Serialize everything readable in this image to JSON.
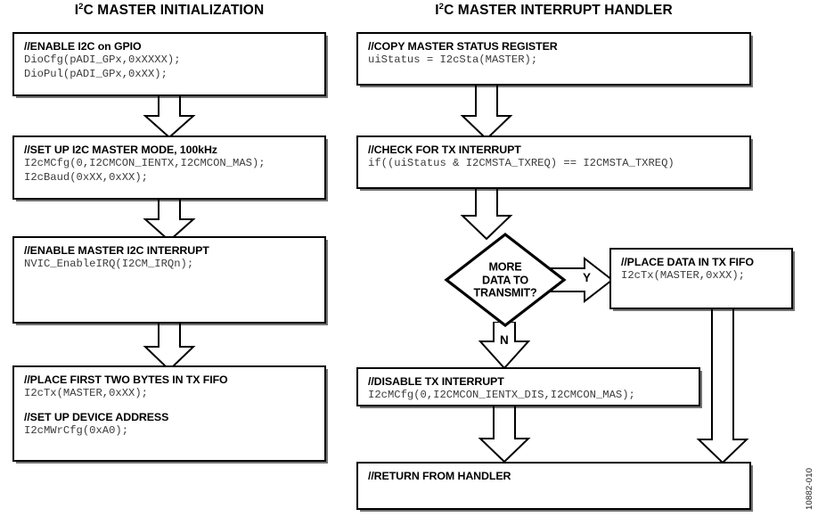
{
  "figure": {
    "side_id": "10882-010",
    "ink_color": "#000000",
    "code_color": "#3b3b3b",
    "background": "#ffffff"
  },
  "columns": [
    {
      "title_pre": "I",
      "title_sup": "2",
      "title_post": "C MASTER INITIALIZATION",
      "title_plain": "I2C MASTER INITIALIZATION"
    },
    {
      "title_pre": "I",
      "title_sup": "2",
      "title_post": "C MASTER INTERRUPT HANDLER",
      "title_plain": "I2C MASTER INTERRUPT HANDLER"
    }
  ],
  "left_flow": {
    "box1": {
      "comment": "//ENABLE I2C on GPIO",
      "code1": "DioCfg(pADI_GPx,0xXXXX);",
      "code2": "DioPul(pADI_GPx,0xXX);"
    },
    "box2": {
      "comment": "//SET UP I2C MASTER MODE, 100kHz",
      "code1": "I2cMCfg(0,I2CMCON_IENTX,I2CMCON_MAS);",
      "code2": "I2cBaud(0xXX,0xXX);"
    },
    "box3": {
      "comment": "//ENABLE MASTER I2C INTERRUPT",
      "code1": "NVIC_EnableIRQ(I2CM_IRQn);"
    },
    "box4": {
      "comment": "//PLACE FIRST TWO BYTES IN TX FIFO",
      "code1": "I2cTx(MASTER,0xXX);",
      "comment2": "//SET UP DEVICE ADDRESS",
      "code2": "I2cMWrCfg(0xA0);"
    }
  },
  "right_flow": {
    "box1": {
      "comment": "//COPY MASTER STATUS REGISTER",
      "code1": "uiStatus = I2cSta(MASTER);"
    },
    "box2": {
      "comment": "//CHECK FOR TX INTERRUPT",
      "code1": "if((uiStatus & I2CMSTA_TXREQ) == I2CMSTA_TXREQ)"
    },
    "decision": {
      "line1": "MORE",
      "line2": "DATA TO",
      "line3": "TRANSMIT?",
      "yes_label": "Y",
      "no_label": "N"
    },
    "box_tx_fifo": {
      "comment": "//PLACE DATA IN TX FIFO",
      "code1": "I2cTx(MASTER,0xXX);"
    },
    "box_disable": {
      "comment": "//DISABLE TX INTERRUPT",
      "code1": "I2cMCfg(0,I2CMCON_IENTX_DIS,I2CMCON_MAS);"
    },
    "box_return": {
      "comment": "//RETURN FROM HANDLER"
    }
  }
}
